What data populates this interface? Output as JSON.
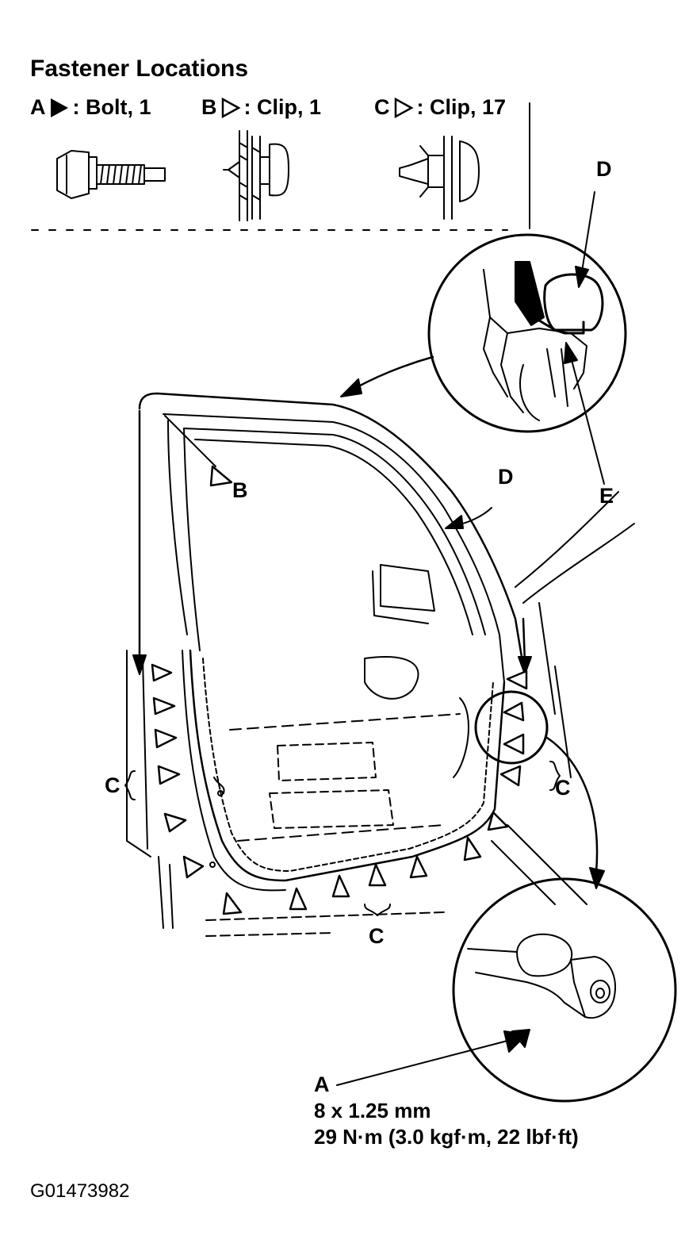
{
  "title": "Fastener Locations",
  "legend": [
    {
      "letter": "A",
      "icon": "filled-triangle-icon",
      "text": ": Bolt, 1"
    },
    {
      "letter": "B",
      "icon": "open-triangle-icon",
      "text": ": Clip, 1"
    },
    {
      "letter": "C",
      "icon": "open-triangle-icon",
      "text": ": Clip, 17"
    }
  ],
  "callouts": {
    "b": "B",
    "c_left": "C",
    "c_bottom": "C",
    "c_right": "C",
    "d_top": "D",
    "d_mid": "D",
    "e": "E",
    "a": "A"
  },
  "bolt_spec": {
    "size": "8 x 1.25 mm",
    "torque": "29 N·m (3.0 kgf·m, 22 lbf·ft)"
  },
  "figure_code": "G01473982",
  "colors": {
    "ink": "#000000",
    "paper": "#ffffff"
  }
}
